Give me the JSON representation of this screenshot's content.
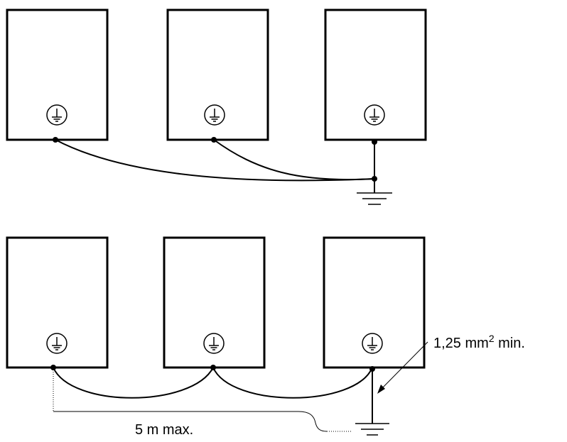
{
  "labels": {
    "wire_gauge": "1,25 mm",
    "wire_gauge_sup": "2",
    "wire_gauge_suffix": " min.",
    "distance": "5 m max."
  },
  "icons": {
    "device_ground": "protective-earth-icon",
    "main_ground": "ground-icon"
  },
  "colors": {
    "line": "#000000",
    "background": "#ffffff"
  }
}
